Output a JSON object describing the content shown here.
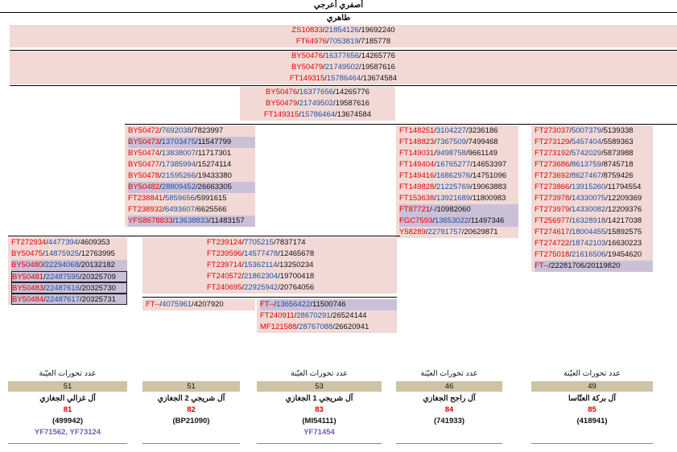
{
  "title": "أصفري أعرجي",
  "subtitle": "طاهري",
  "root_snps": [
    {
      "snp": "ZS10833",
      "hg19": "21854126",
      "hg38": "19692240"
    },
    {
      "snp": "FT64976",
      "hg19": "7053819",
      "hg38": "7185778"
    }
  ],
  "level2_snps": [
    {
      "snp": "BY50476",
      "hg19": "16377656",
      "hg38": "14265776"
    },
    {
      "snp": "BY50479",
      "hg19": "21749502",
      "hg38": "19587616"
    },
    {
      "snp": "FT149315",
      "hg19": "15786464",
      "hg38": "13674584"
    }
  ],
  "level3_snps": [
    {
      "snp": "BY50476",
      "hg19": "16377656",
      "hg38": "14265776"
    },
    {
      "snp": "BY50479",
      "hg19": "21749502",
      "hg38": "19587616"
    },
    {
      "snp": "FT149315",
      "hg19": "15786464",
      "hg38": "13674584"
    }
  ],
  "branch_a": [
    {
      "snp": "BY50472",
      "hg19": "7692038",
      "hg38": "7823997"
    },
    {
      "snp": "BY50473",
      "hg19": "13703475",
      "hg38": "11547799",
      "highlight": true
    },
    {
      "snp": "BY50474",
      "hg19": "13838007",
      "hg38": "11717301"
    },
    {
      "snp": "BY50477",
      "hg19": "17385994",
      "hg38": "15274114"
    },
    {
      "snp": "BY50478",
      "hg19": "21595266",
      "hg38": "19433380"
    },
    {
      "snp": "BY50482",
      "hg19": "28809452",
      "hg38": "26663305",
      "highlight": true
    },
    {
      "snp": "FT238841",
      "hg19": "5859656",
      "hg38": "5991615"
    },
    {
      "snp": "FT238932",
      "hg19": "6493607",
      "hg38": "6625566"
    },
    {
      "snp": "YFS8678833",
      "hg19": "13638833",
      "hg38": "11483157",
      "highlight": true
    }
  ],
  "branch_b": [
    {
      "snp": "FT148251",
      "hg19": "3104227",
      "hg38": "3236186"
    },
    {
      "snp": "FT148823",
      "hg19": "7367509",
      "hg38": "7499468"
    },
    {
      "snp": "FT149031",
      "hg19": "9498758",
      "hg38": "9661149"
    },
    {
      "snp": "FT149404",
      "hg19": "16765277",
      "hg38": "14653397"
    },
    {
      "snp": "FT149416",
      "hg19": "16862976",
      "hg38": "14751096"
    },
    {
      "snp": "FT149828",
      "hg19": "21225769",
      "hg38": "19063883"
    },
    {
      "snp": "FT153638",
      "hg19": "13921689",
      "hg38": "11800983"
    },
    {
      "snp": "FT87721",
      "hg19": "-",
      "hg38": "10982060",
      "highlight": true
    },
    {
      "snp": "FGC7593",
      "hg19": "13653022",
      "hg38": "11497346",
      "highlight": true
    },
    {
      "snp": "Y58289",
      "hg19": "22791757",
      "hg38": "20629871"
    }
  ],
  "branch_c": [
    {
      "snp": "FT273037",
      "hg19": "5007379",
      "hg38": "5139338"
    },
    {
      "snp": "FT273129",
      "hg19": "5457404",
      "hg38": "5589363"
    },
    {
      "snp": "FT273192",
      "hg19": "5742029",
      "hg38": "5873988"
    },
    {
      "snp": "FT273686",
      "hg19": "8613759",
      "hg38": "8745718"
    },
    {
      "snp": "FT273692",
      "hg19": "8627467",
      "hg38": "8759426"
    },
    {
      "snp": "FT273866",
      "hg19": "13915260",
      "hg38": "11794554"
    },
    {
      "snp": "FT273978",
      "hg19": "14330075",
      "hg38": "12209369"
    },
    {
      "snp": "FT273979",
      "hg19": "14330082",
      "hg38": "12209376"
    },
    {
      "snp": "FT256977",
      "hg19": "16328918",
      "hg38": "14217038"
    },
    {
      "snp": "FT274617",
      "hg19": "18004455",
      "hg38": "15892575"
    },
    {
      "snp": "FT274722",
      "hg19": "18742103",
      "hg38": "16630223"
    },
    {
      "snp": "FT275018",
      "hg19": "21616506",
      "hg38": "19454620"
    },
    {
      "snp": "FT--",
      "hg19": "",
      "hg38": "22281706/20119820",
      "highlight": true
    }
  ],
  "branch_d": [
    {
      "snp": "FT272934",
      "hg19": "4477394",
      "hg38": "4609353"
    },
    {
      "snp": "BY50475",
      "hg19": "14875925",
      "hg38": "12763995"
    },
    {
      "snp": "BY50480",
      "hg19": "22294068",
      "hg38": "20132182",
      "highlight": true
    },
    {
      "snp": "BY50481",
      "hg19": "22487595",
      "hg38": "20325709",
      "highlight": true,
      "boxed": true
    },
    {
      "snp": "BY50483",
      "hg19": "22487616",
      "hg38": "20325730",
      "highlight": true,
      "boxed": true
    },
    {
      "snp": "BY50484",
      "hg19": "22487617",
      "hg38": "20325731",
      "highlight": true,
      "boxed": true
    }
  ],
  "branch_e": [
    {
      "snp": "FT239124",
      "hg19": "7705215",
      "hg38": "7837174"
    },
    {
      "snp": "FT239596",
      "hg19": "14577478",
      "hg38": "12465678"
    },
    {
      "snp": "FT239714",
      "hg19": "15362114",
      "hg38": "13250234"
    },
    {
      "snp": "FT240572",
      "hg19": "21862304",
      "hg38": "19700418"
    },
    {
      "snp": "FT240695",
      "hg19": "22925942",
      "hg38": "20764056"
    }
  ],
  "branch_e1": [
    {
      "snp": "FT--",
      "hg19": "4075961",
      "hg38": "4207920"
    }
  ],
  "branch_e2": [
    {
      "snp": "FT--",
      "hg19": "13656422",
      "hg38": "11500746",
      "highlight": true
    },
    {
      "snp": "FT240911",
      "hg19": "28670291",
      "hg38": "26524144"
    },
    {
      "snp": "MF121588",
      "hg19": "28767088",
      "hg38": "26620941"
    }
  ],
  "summaries": [
    {
      "label": "عدد تحورات العيّنة",
      "count": "51",
      "family": "آل غزالي الجغازي",
      "num": "81",
      "code": "(499942)",
      "extra": "YF71562, YF73124"
    },
    {
      "label": "",
      "count": "51",
      "family": "آل شريجي 2 الجغازي",
      "num": "82",
      "code": "(BP21090)",
      "extra": ""
    },
    {
      "label": "عدد تحورات العيّنة",
      "count": "53",
      "family": "آل شريجي 1 الجغازي",
      "num": "83",
      "code": "(MI54111)",
      "extra": "YF71454"
    },
    {
      "label": "عدد تحورات العيّنة",
      "count": "46",
      "family": "آل راجح الجغازي",
      "num": "84",
      "code": "(741933)",
      "extra": ""
    },
    {
      "label": "عدد تحورات العيّنة",
      "count": "49",
      "family": "آل بركة العتّاسا",
      "num": "85",
      "code": "(418941)",
      "extra": ""
    }
  ],
  "colors": {
    "block_bg": "#f2d9d6",
    "highlight_bg": "#cac0d8",
    "snp_red": "#e00000",
    "hg19_blue": "#1f4ea0",
    "count_bg": "#cec3a3"
  }
}
